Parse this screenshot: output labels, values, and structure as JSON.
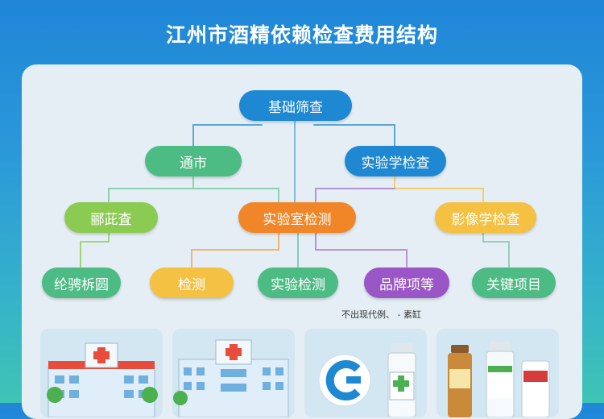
{
  "title": "江州市酒精依赖检查费用结构",
  "nodes": {
    "root": "基础筛查",
    "l2_left": "通市",
    "l2_right": "实验学检查",
    "l3_left": "郦茈査",
    "l3_center": "实验室检测",
    "l3_right": "影像学检查",
    "l4_1": "纶骋柝圆",
    "l4_2": "检测",
    "l4_3": "实验检测",
    "l4_4": "品牌项等",
    "l4_5": "关键项目"
  },
  "note": "不出现代例、 - 素缸",
  "colors": {
    "blue": "#1e88d2",
    "green": "#4cbc84",
    "lime": "#8ccb52",
    "orange": "#f08628",
    "amber": "#f4c142",
    "purple": "#9a55c6"
  }
}
